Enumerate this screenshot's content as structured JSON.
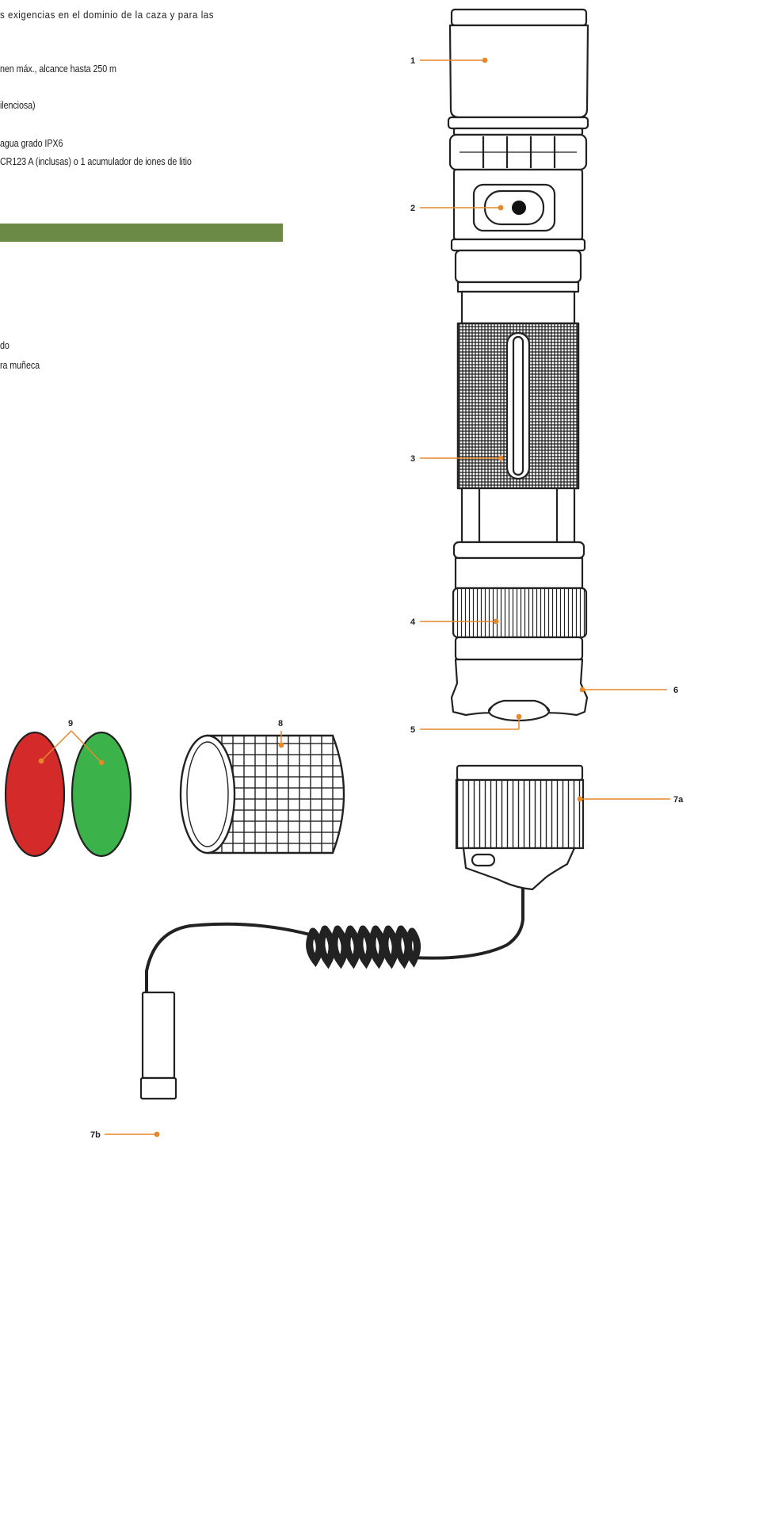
{
  "text": {
    "line1": "s exigencias en el dominio de la caza y para las",
    "line2": "nen máx., alcance hasta 250 m",
    "line3": "ilenciosa)",
    "line4": "agua grado IPX6",
    "line5": "CR123 A (inclusas) o 1 acumulador de iones de litio",
    "line6": "do",
    "line7": "ra muñeca"
  },
  "labels": {
    "l1": "1",
    "l2": "2",
    "l3": "3",
    "l4": "4",
    "l5": "5",
    "l6": "6",
    "l7a": "7a",
    "l7b": "7b",
    "l8": "8",
    "l9": "9"
  },
  "colors": {
    "band": "#6b8a45",
    "leader": "#e5892a",
    "filter_red": "#d52a2a",
    "filter_green": "#3bb34a"
  }
}
